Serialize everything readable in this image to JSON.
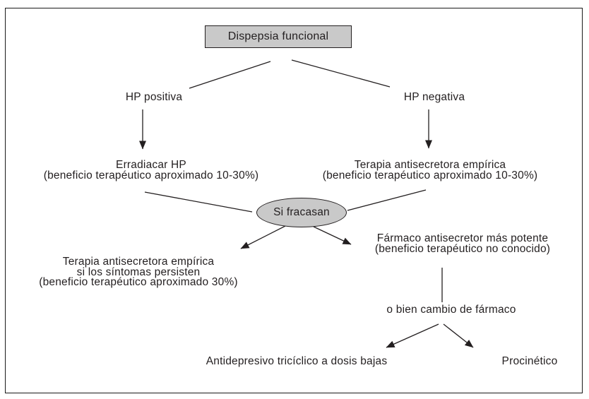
{
  "colors": {
    "background": "#ffffff",
    "node_fill": "#c9c9c9",
    "stroke": "#231f20",
    "text": "#231f20"
  },
  "flowchart": {
    "root": {
      "label": "Dispepsia funcional"
    },
    "branch_left": {
      "condition": "HP positiva",
      "action_line1": "Erradiacar HP",
      "action_line2": "(beneficio terapéutico aproximado 10-30%)"
    },
    "branch_right": {
      "condition": "HP negativa",
      "action_line1": "Terapia antisecretora empírica",
      "action_line2": "(beneficio terapéutico aproximado 10-30%)"
    },
    "failure_node": {
      "label": "Si fracasan"
    },
    "failure_left": {
      "line1": "Terapia antisecretora empírica",
      "line2": "si los síntomas persisten",
      "line3": "(beneficio terapéutico aproximado 30%)"
    },
    "failure_right": {
      "line1": "Fármaco antisecretor más potente",
      "line2": "(beneficio terapéutico no conocido)"
    },
    "alternative": {
      "label": "o bien cambio de fármaco"
    },
    "final_left": {
      "label": "Antidepresivo tricíclico a dosis bajas"
    },
    "final_right": {
      "label": "Procinético"
    }
  }
}
